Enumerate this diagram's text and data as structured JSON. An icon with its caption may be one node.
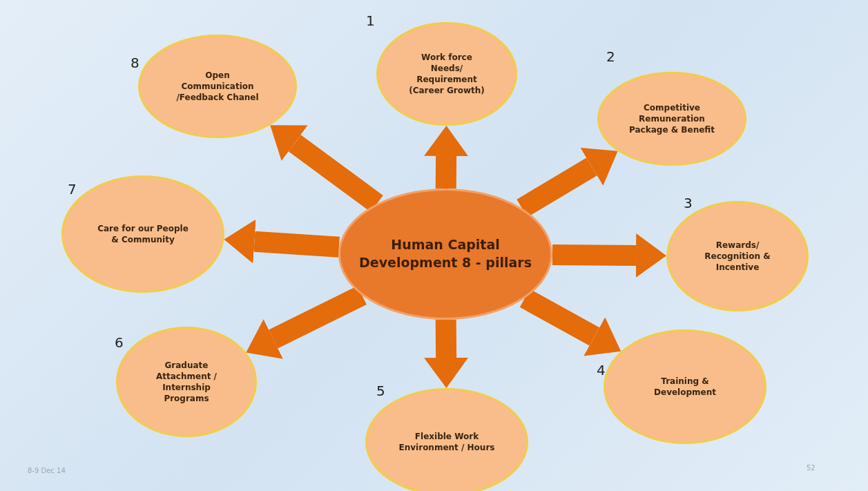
{
  "diagram": {
    "nodes": [
      {
        "text": [
          "Human Capital Development 8 - pillars"
        ]
      },
      {
        "text": [
          "Work force Needs/ Requirement (Career Growth)"
        ],
        "beside": [
          "1"
        ]
      },
      {
        "text": [
          "Competitive Remuneration Package & Benefit"
        ],
        "beside": [
          "2"
        ]
      },
      {
        "text": [
          "Rewards/ Recognition & Incentive"
        ],
        "beside": [
          "3"
        ]
      },
      {
        "text": [
          "Training & Development"
        ],
        "beside": [
          "4"
        ]
      },
      {
        "text": [
          "Flexible Work Environment / Hours"
        ],
        "beside": [
          "5"
        ]
      },
      {
        "text": [
          "Graduate Attachment / Internship Programs"
        ],
        "beside": [
          "6"
        ]
      },
      {
        "text": [
          "Care for our People & Community"
        ],
        "beside": [
          "7"
        ]
      },
      {
        "text": [
          "Open Communication /Feedback Chanel"
        ],
        "beside": [
          "8"
        ]
      }
    ],
    "edges": [
      {
        "from": 0,
        "to": 1,
        "arrow": "to"
      },
      {
        "from": 0,
        "to": 2,
        "arrow": "to"
      },
      {
        "from": 0,
        "to": 3,
        "arrow": "to"
      },
      {
        "from": 0,
        "to": 4,
        "arrow": "to"
      },
      {
        "from": 0,
        "to": 5,
        "arrow": "to"
      },
      {
        "from": 0,
        "to": 6,
        "arrow": "to"
      },
      {
        "from": 0,
        "to": 7,
        "arrow": "to"
      },
      {
        "from": 0,
        "to": 8,
        "arrow": "to"
      }
    ],
    "labels": [
      "8-9 Dec 14",
      "52"
    ]
  }
}
